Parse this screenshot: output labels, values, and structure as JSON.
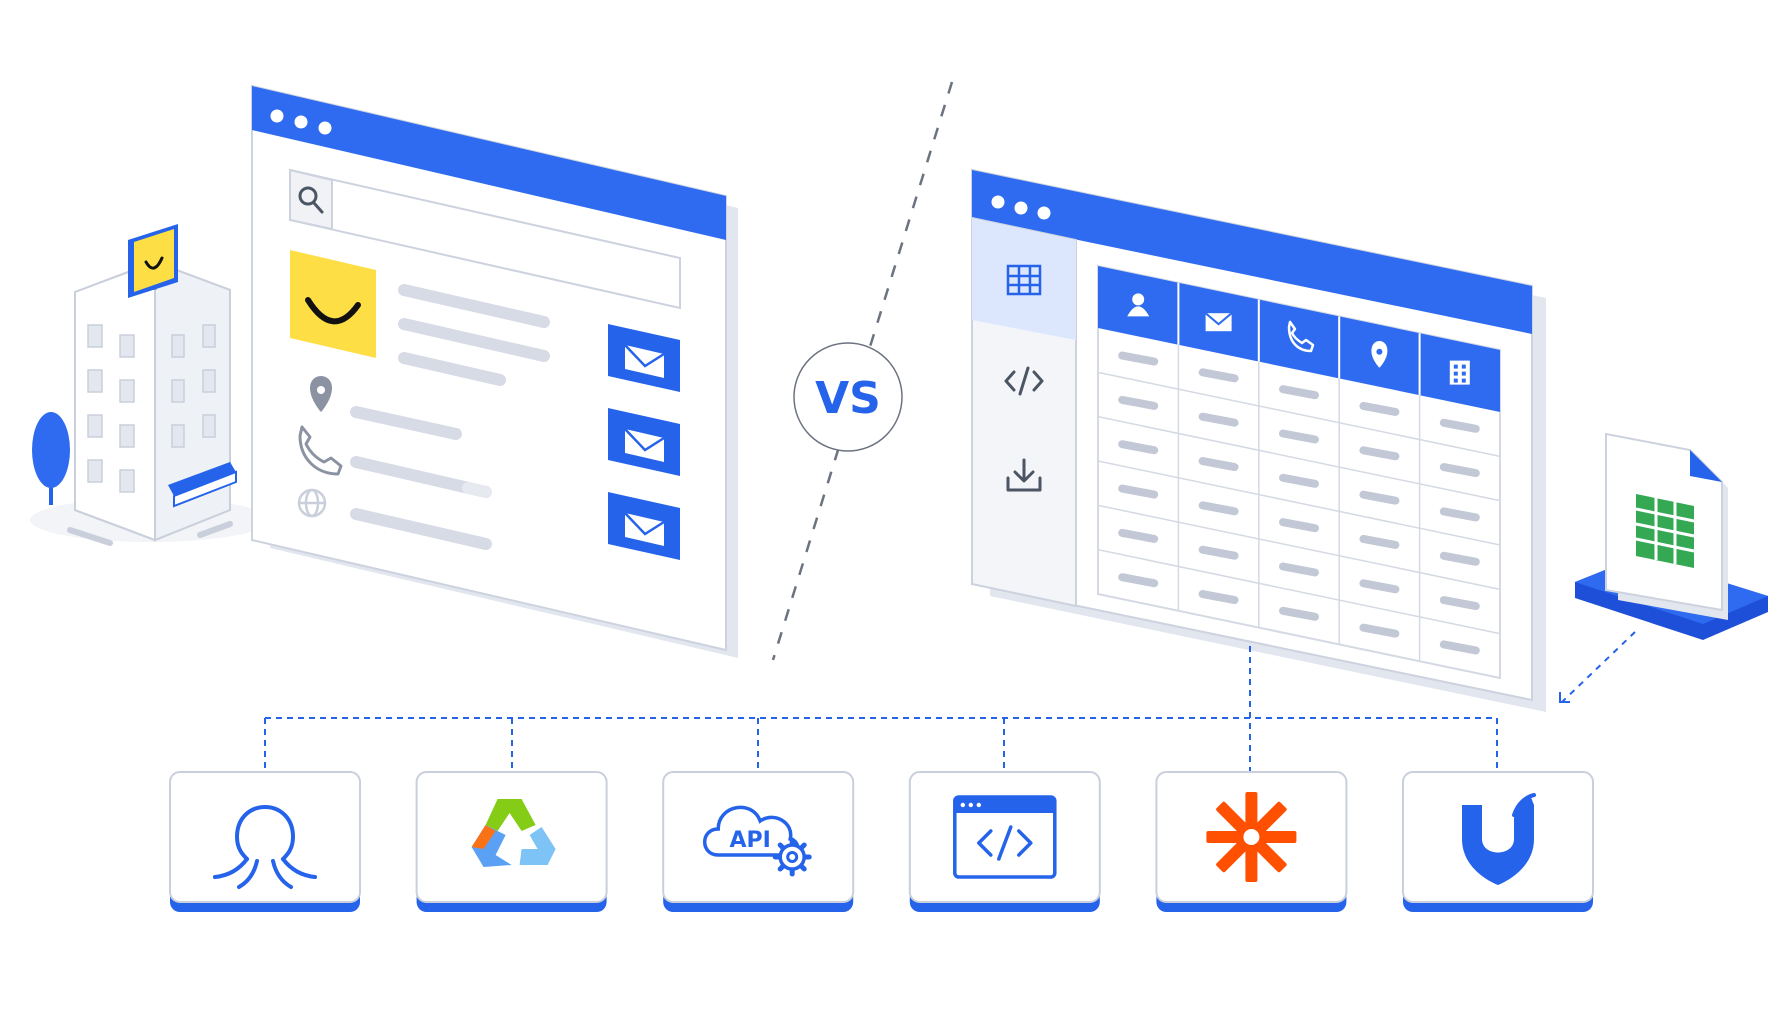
{
  "vs_badge": {
    "label": "VS"
  },
  "colors": {
    "primary_blue": "#2563EB",
    "header_blue": "#2F6BF0",
    "light_blue": "#DCE6FD",
    "logo_yellow": "#FDDE45",
    "zapier_orange": "#FF4F00",
    "sheets_green": "#34A853",
    "placeholder_grey": "#D7DBE6",
    "outline_grey": "#C9CFDB"
  },
  "left_window": {
    "search_icon": "search-icon",
    "contact_icons": [
      "location-pin-icon",
      "phone-icon",
      "globe-icon"
    ],
    "email_buttons": [
      "email-icon",
      "email-icon",
      "email-icon"
    ]
  },
  "right_window": {
    "sidebar_icons": [
      "table-icon",
      "code-icon",
      "download-icon"
    ],
    "column_icons": [
      "person-icon",
      "email-icon",
      "phone-icon",
      "location-pin-icon",
      "building-icon"
    ],
    "row_count": 6
  },
  "integrations": [
    {
      "icon": "octopus-icon"
    },
    {
      "icon": "recycle-shapes-icon"
    },
    {
      "icon": "api-cloud-icon",
      "label": "API"
    },
    {
      "icon": "code-window-icon"
    },
    {
      "icon": "zapier-asterisk-icon"
    },
    {
      "icon": "shield-u-icon"
    }
  ]
}
